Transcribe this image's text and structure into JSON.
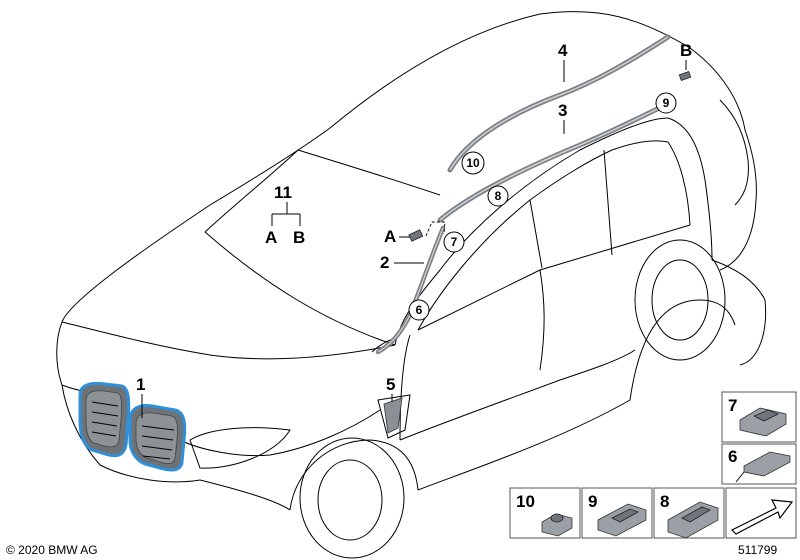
{
  "diagram": {
    "copyright": "© 2020 BMW AG",
    "diagram_number": "511799",
    "callouts": {
      "c1": "1",
      "c2": "2",
      "c3": "3",
      "c4": "4",
      "c5": "5",
      "c11": "11",
      "a_left": "A",
      "b_left": "B",
      "a_pillar": "A",
      "b_roof": "B"
    },
    "circled": {
      "c6": "6",
      "c7": "7",
      "c8": "8",
      "c9": "9",
      "c10": "10"
    },
    "detail_boxes": {
      "d7": "7",
      "d6": "6",
      "d10": "10",
      "d9": "9",
      "d8": "8"
    },
    "colors": {
      "grille_accent": "#2f8fd8",
      "trim_strip": "#7d8186",
      "part_grey": "#9aa0a6"
    }
  }
}
